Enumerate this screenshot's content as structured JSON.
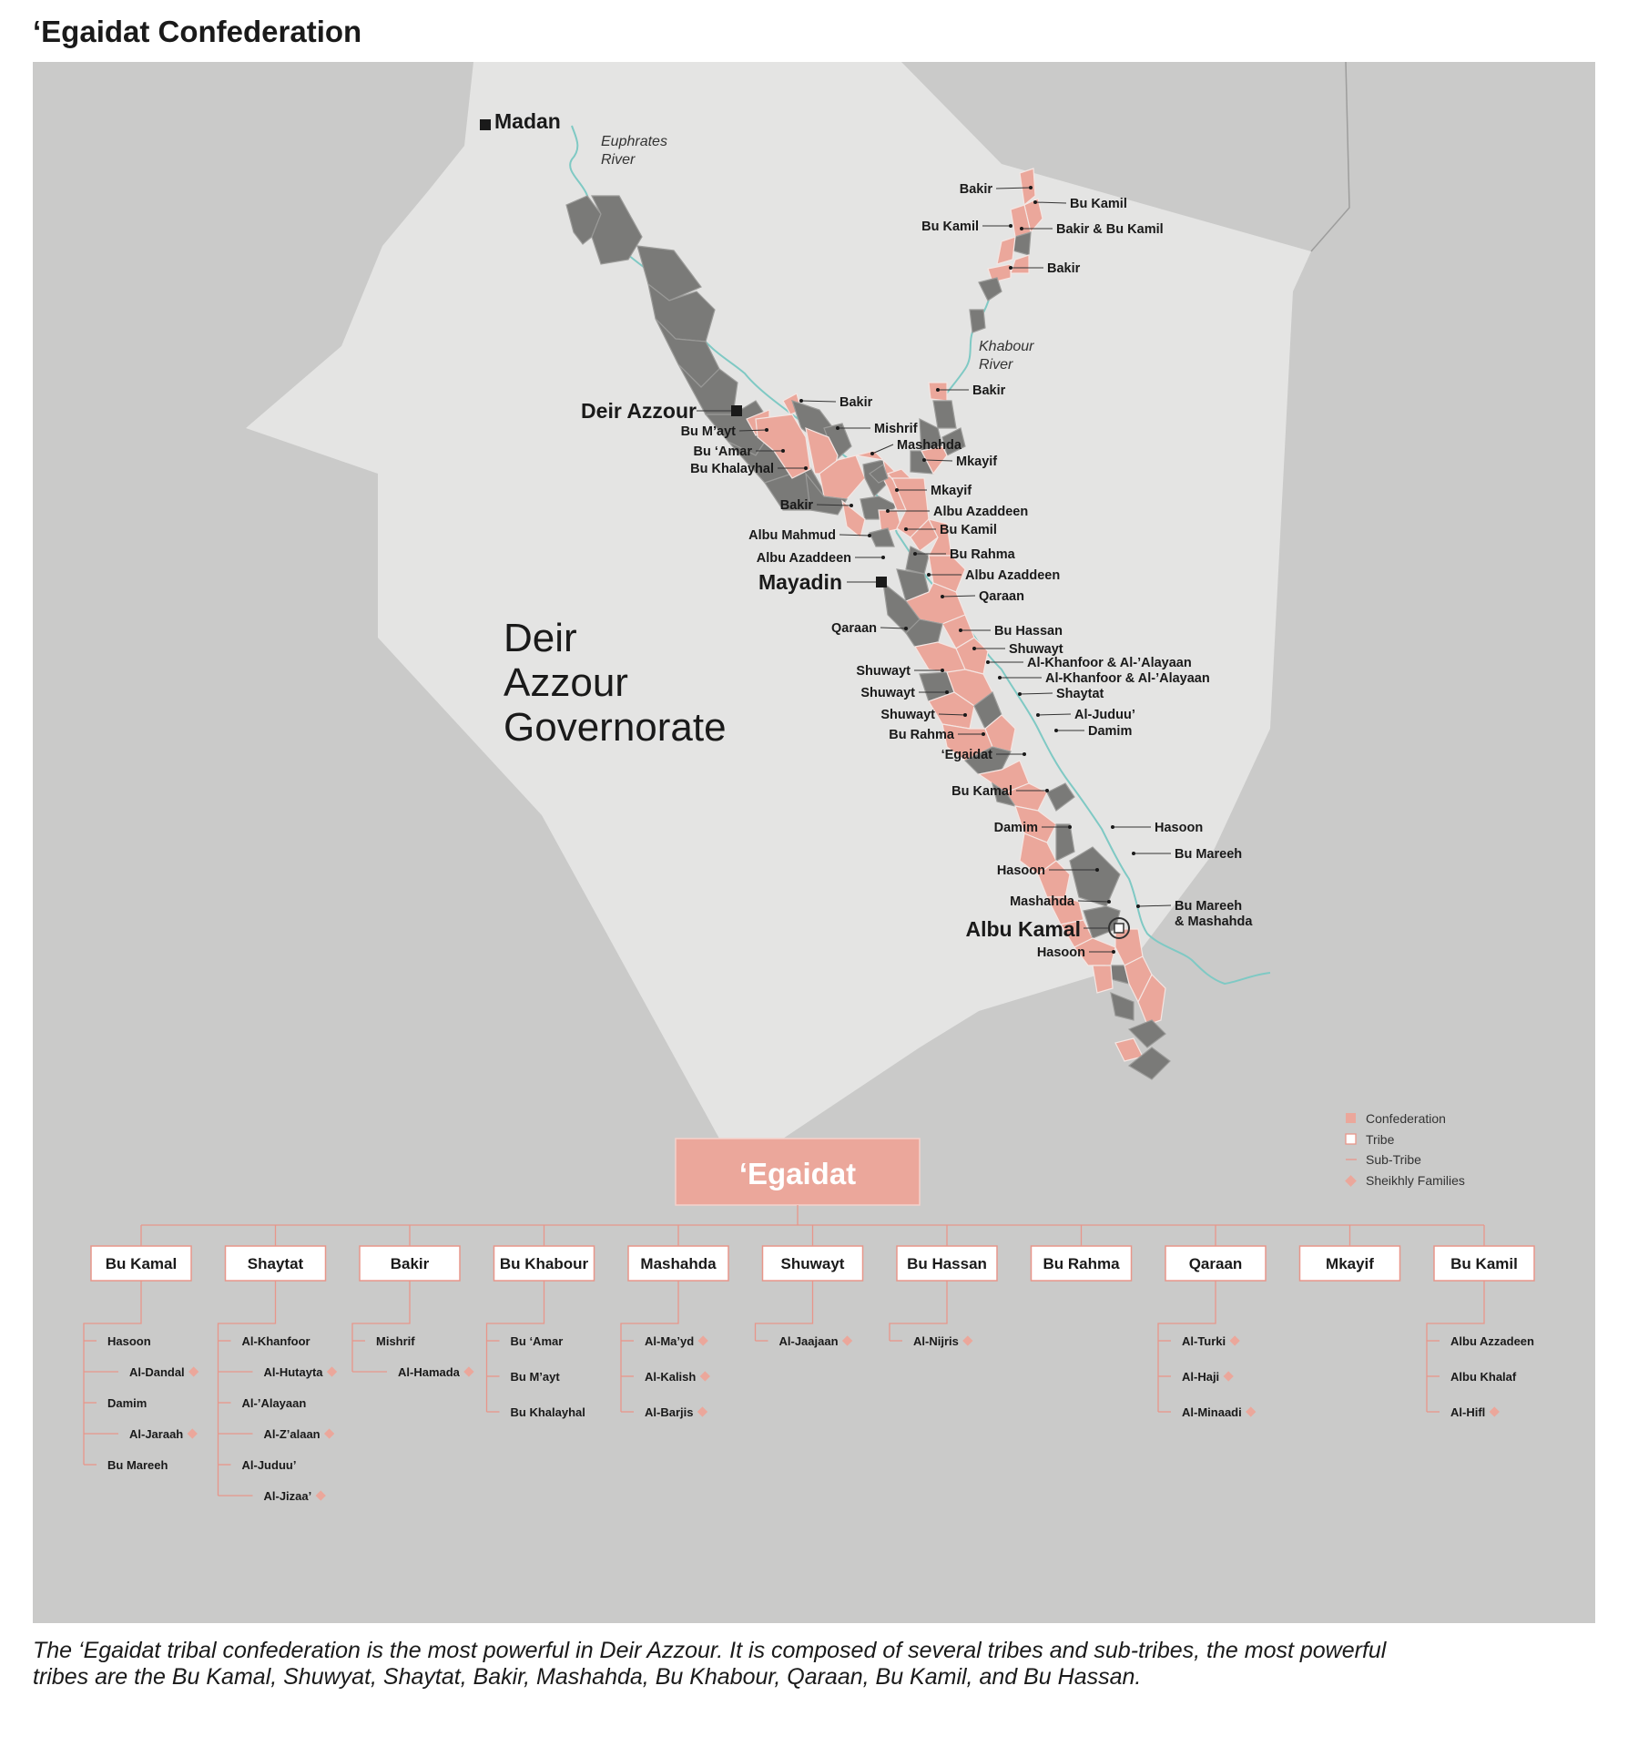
{
  "title": "‘Egaidat Confederation",
  "caption": "The ‘Egaidat tribal confederation is the most powerful in Deir Azzour. It is composed of several tribes and sub-tribes, the most powerful tribes are the Bu Kamal, Shuwyat, Shaytat, Bakir, Mashahda, Bu Khabour, Qaraan, Bu Kamil, and Bu Hassan.",
  "map": {
    "governorate": [
      "Deir",
      "Azzour",
      "Governorate"
    ],
    "cities": {
      "madan": "Madan",
      "deir_azzour": "Deir Azzour",
      "mayadin": "Mayadin",
      "albu_kamal": "Albu Kamal"
    },
    "rivers": {
      "euphrates": [
        "Euphrates",
        "River"
      ],
      "khabour": [
        "Khabour",
        "River"
      ]
    },
    "labels": [
      "Bakir",
      "Bu Kamil",
      "Bu Kamil",
      "Bakir & Bu Kamil",
      "Bakir",
      "Bakir",
      "Bakir",
      "Bu M’ayt",
      "Mishrif",
      "Bu ‘Amar",
      "Mashahda",
      "Mkayif",
      "Bu Khalayhal",
      "Mkayif",
      "Bakir",
      "Albu Azaddeen",
      "Bu Kamil",
      "Albu Mahmud",
      "Bu Rahma",
      "Albu Azaddeen",
      "Albu Azaddeen",
      "Qaraan",
      "Qaraan",
      "Bu Hassan",
      "Shuwayt",
      "Al-Khanfoor & Al-’Alayaan",
      "Shuwayt",
      "Al-Khanfoor & Al-’Alayaan",
      "Shuwayt",
      "Shaytat",
      "Shuwayt",
      "Al-Juduu’",
      "Bu Rahma",
      "Damim",
      "‘Egaidat",
      "Bu Kamal",
      "Damim",
      "Hasoon",
      "Bu Mareeh",
      "Hasoon",
      "Mashahda",
      "Bu Mareeh",
      "& Mashahda",
      "Hasoon"
    ]
  },
  "legend": [
    "Confederation",
    "Tribe",
    "Sub-Tribe",
    "Sheikhly Families"
  ],
  "colors": {
    "confederation": "#eba79b",
    "land": "#e4e4e3",
    "outside": "#cacac9",
    "other_areas": "#7a7a78",
    "river": "#7fc9c4"
  },
  "tree": {
    "root": "‘Egaidat",
    "tribes": [
      {
        "name": "Bu Kamal",
        "subs": [
          {
            "name": "Hasoon",
            "level": 1,
            "sheikhly": false
          },
          {
            "name": "Al-Dandal",
            "level": 2,
            "sheikhly": true
          },
          {
            "name": "Damim",
            "level": 1,
            "sheikhly": false
          },
          {
            "name": "Al-Jaraah",
            "level": 2,
            "sheikhly": true
          },
          {
            "name": "Bu Mareeh",
            "level": 1,
            "sheikhly": false
          }
        ]
      },
      {
        "name": "Shaytat",
        "subs": [
          {
            "name": "Al-Khanfoor",
            "level": 1,
            "sheikhly": false
          },
          {
            "name": "Al-Hutayta",
            "level": 2,
            "sheikhly": true
          },
          {
            "name": "Al-’Alayaan",
            "level": 1,
            "sheikhly": false
          },
          {
            "name": "Al-Z’alaan",
            "level": 2,
            "sheikhly": true
          },
          {
            "name": "Al-Juduu’",
            "level": 1,
            "sheikhly": false
          },
          {
            "name": "Al-Jizaa’",
            "level": 2,
            "sheikhly": true
          }
        ]
      },
      {
        "name": "Bakir",
        "subs": [
          {
            "name": "Mishrif",
            "level": 1,
            "sheikhly": false
          },
          {
            "name": "Al-Hamada",
            "level": 2,
            "sheikhly": true
          }
        ]
      },
      {
        "name": "Bu Khabour",
        "subs": [
          {
            "name": "Bu ‘Amar",
            "level": 1,
            "sheikhly": false
          },
          {
            "name": "Bu M’ayt",
            "level": 1,
            "sheikhly": false
          },
          {
            "name": "Bu Khalayhal",
            "level": 1,
            "sheikhly": false
          }
        ]
      },
      {
        "name": "Mashahda",
        "subs": [
          {
            "name": "Al-Ma’yd",
            "level": 1,
            "sheikhly": true
          },
          {
            "name": "Al-Kalish",
            "level": 1,
            "sheikhly": true
          },
          {
            "name": "Al-Barjis",
            "level": 1,
            "sheikhly": true
          }
        ]
      },
      {
        "name": "Shuwayt",
        "subs": [
          {
            "name": "Al-Jaajaan",
            "level": 1,
            "sheikhly": true
          }
        ]
      },
      {
        "name": "Bu Hassan",
        "subs": [
          {
            "name": "Al-Nijris",
            "level": 1,
            "sheikhly": true
          }
        ]
      },
      {
        "name": "Bu Rahma",
        "subs": []
      },
      {
        "name": "Qaraan",
        "subs": [
          {
            "name": "Al-Turki",
            "level": 1,
            "sheikhly": true
          },
          {
            "name": "Al-Haji",
            "level": 1,
            "sheikhly": true
          },
          {
            "name": "Al-Minaadi",
            "level": 1,
            "sheikhly": true
          }
        ]
      },
      {
        "name": "Mkayif",
        "subs": []
      },
      {
        "name": "Bu Kamil",
        "subs": [
          {
            "name": "Albu Azzadeen",
            "level": 1,
            "sheikhly": false
          },
          {
            "name": "Albu Khalaf",
            "level": 1,
            "sheikhly": false
          },
          {
            "name": "Al-Hifl",
            "level": 1,
            "sheikhly": true
          }
        ]
      }
    ]
  }
}
